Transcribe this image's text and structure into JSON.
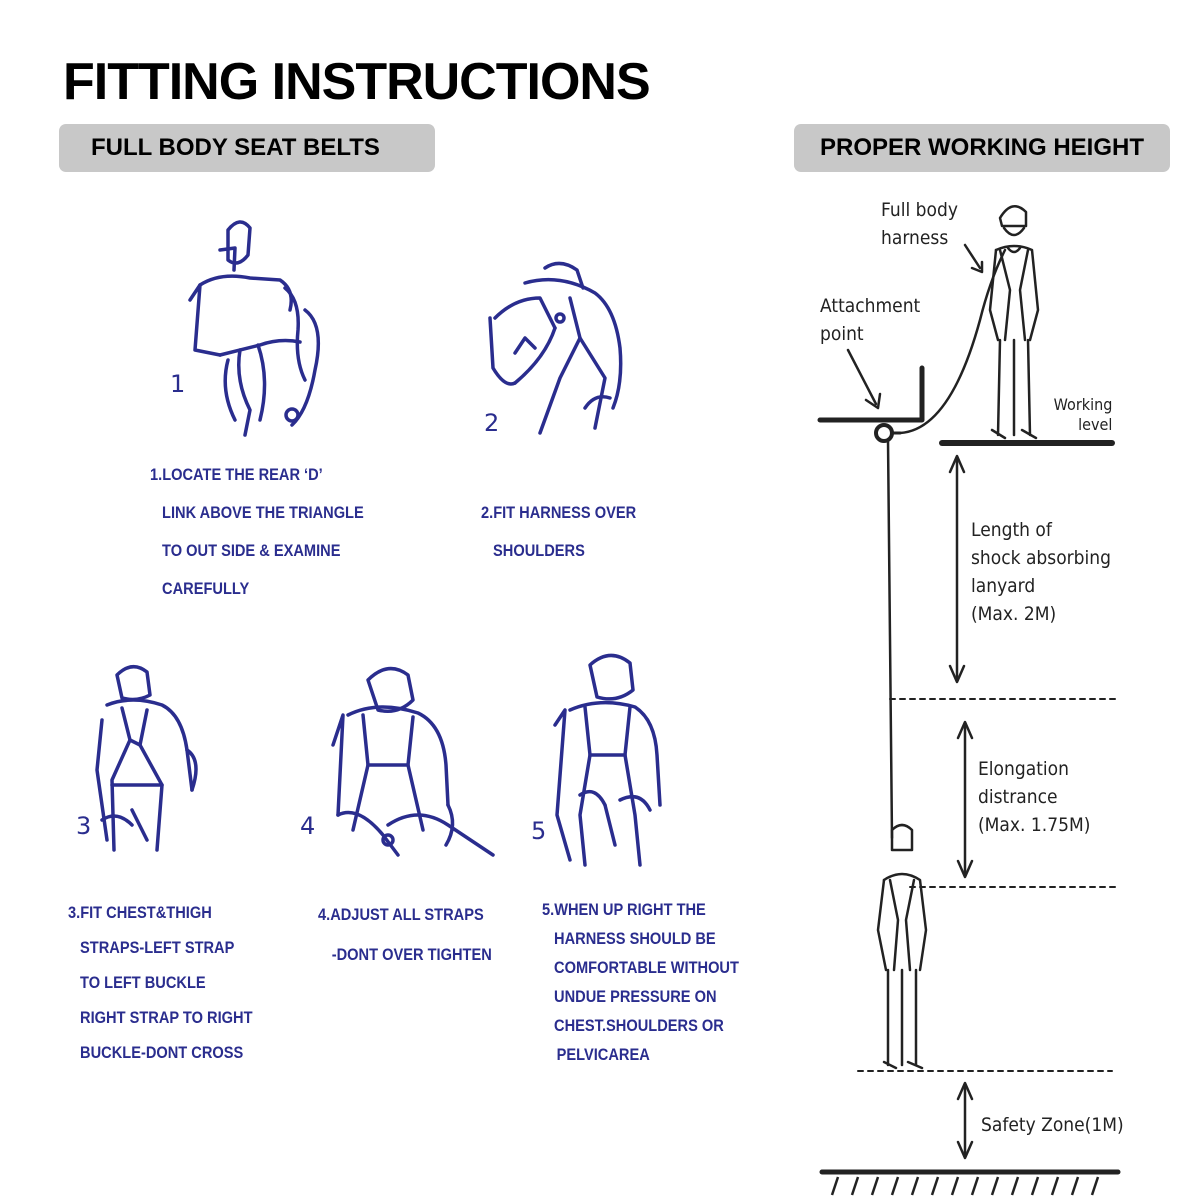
{
  "title": "FITTING INSTRUCTIONS",
  "left_section": {
    "header": "FULL BODY SEAT BELTS",
    "steps": [
      {
        "number": "1",
        "lines": [
          "1.LOCATE THE REAR ‘D’",
          "LINK ABOVE THE TRIANGLE",
          "TO OUT SIDE & EXAMINE",
          "CAREFULLY"
        ]
      },
      {
        "number": "2",
        "lines": [
          "2.FIT HARNESS OVER",
          "SHOULDERS"
        ]
      },
      {
        "number": "3",
        "lines": [
          "3.FIT CHEST&THIGH",
          "STRAPS-LEFT STRAP",
          "TO LEFT BUCKLE",
          "RIGHT STRAP TO RIGHT",
          "BUCKLE-DONT CROSS"
        ]
      },
      {
        "number": "4",
        "lines": [
          "4.ADJUST ALL STRAPS",
          "-DONT OVER TIGHTEN"
        ]
      },
      {
        "number": "5",
        "lines": [
          "5.WHEN UP RIGHT THE",
          "HARNESS SHOULD BE",
          "COMFORTABLE WITHOUT",
          "UNDUE PRESSURE ON",
          "CHEST.SHOULDERS OR",
          "PELVICAREA"
        ]
      }
    ]
  },
  "right_section": {
    "header": "PROPER WORKING HEIGHT",
    "labels": {
      "harness": [
        "Full body",
        "harness"
      ],
      "attachment": [
        "Attachment",
        "point"
      ],
      "working_level": [
        "Working",
        "level"
      ],
      "lanyard": [
        "Length of",
        "shock absorbing",
        "lanyard",
        "(Max. 2M)"
      ],
      "elongation": [
        "Elongation",
        "distrance",
        "(Max. 1.75M)"
      ],
      "safety_zone": "Safety Zone(1M)"
    }
  },
  "colors": {
    "instruction_blue": "#2a2d8e",
    "header_pill": "#c8c8c8",
    "diagram_line": "#222222"
  }
}
